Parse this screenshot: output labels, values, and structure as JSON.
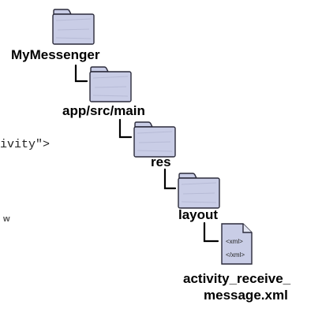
{
  "tree": {
    "root_label": "MyMessenger",
    "level1_label": "app/src/main",
    "level2_label": "res",
    "level3_label": "layout",
    "file_label_line1": "activity_receive_",
    "file_label_line2": "message.xml",
    "file_icon_text_open": "<xml>",
    "file_icon_text_close": "</xml>"
  },
  "background_fragments": {
    "code_text": "ivity\">",
    "side_text": "w"
  },
  "colors": {
    "folder_fill": "#c9cde6",
    "folder_stroke": "#2a2a3a",
    "connector": "#000000"
  }
}
